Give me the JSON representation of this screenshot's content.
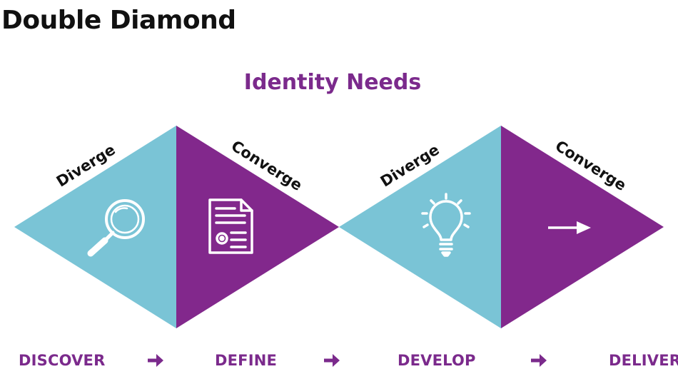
{
  "title": "Double Diamond",
  "subtitle": "Identity Needs",
  "colors": {
    "diverge_fill": "#7ac4d6",
    "converge_fill": "#82288c",
    "accent": "#7b2a8c",
    "title_text": "#111111",
    "icon_stroke": "#ffffff"
  },
  "diamonds": [
    {
      "left": {
        "label": "Diverge",
        "icon": "magnifying-glass-icon"
      },
      "right": {
        "label": "Converge",
        "icon": "document-icon"
      }
    },
    {
      "left": {
        "label": "Diverge",
        "icon": "lightbulb-icon"
      },
      "right": {
        "label": "Converge",
        "icon": "arrow-right-icon"
      }
    }
  ],
  "phases": [
    "DISCOVER",
    "DEFINE",
    "DEVELOP",
    "DELIVER"
  ],
  "phase_separator_icon": "arrow-right-icon"
}
